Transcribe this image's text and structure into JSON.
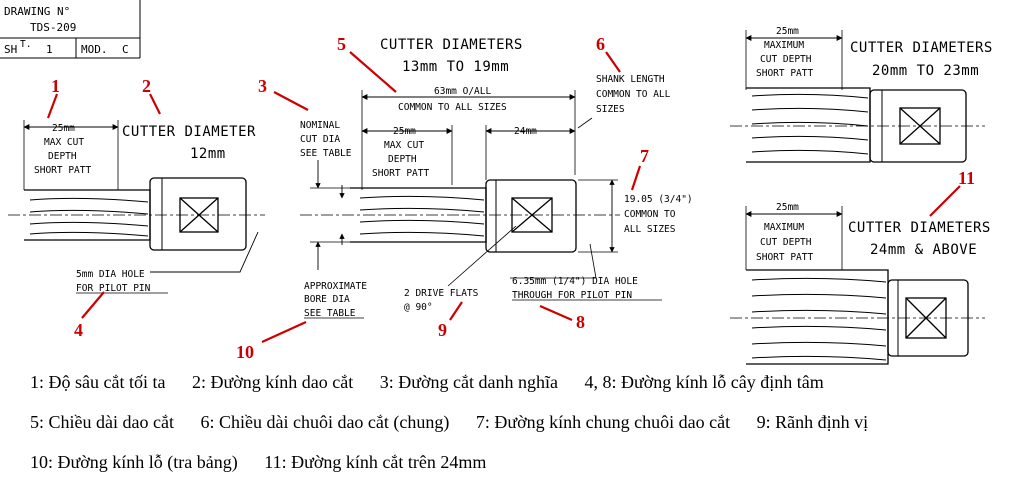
{
  "title_block": {
    "drawing_label": "DRAWING N°",
    "drawing_number": "TDS-209",
    "sheet_label": "SH",
    "sheet_sup": "T.",
    "sheet_value": "1",
    "mod_label": "MOD.",
    "mod_value": "C"
  },
  "cutter12": {
    "title": "CUTTER DIAMETER",
    "size": "12mm",
    "depth_dim": "25mm",
    "depth_note": [
      "MAX CUT",
      "DEPTH",
      "SHORT PATT"
    ],
    "pilot_note": [
      "5mm DIA HOLE",
      "FOR PILOT PIN"
    ]
  },
  "cutter13": {
    "title": "CUTTER DIAMETERS",
    "size": "13mm TO 19mm",
    "overall_dim": "63mm O/ALL",
    "overall_note": "COMMON TO ALL SIZES",
    "depth_dim": "25mm",
    "depth_note": [
      "MAX CUT",
      "DEPTH",
      "SHORT PATT"
    ],
    "shank_dim": "24mm",
    "shank_note": [
      "SHANK LENGTH",
      "COMMON TO ALL",
      "SIZES"
    ],
    "nominal_note": [
      "NOMINAL",
      "CUT DIA",
      "SEE TABLE"
    ],
    "shank_dia_note": [
      "19.05 (3/4\")",
      "COMMON TO",
      "ALL SIZES"
    ],
    "bore_note": [
      "APPROXIMATE",
      "BORE DIA",
      "SEE TABLE"
    ],
    "flats_note": [
      "2 DRIVE FLATS",
      "@ 90°"
    ],
    "pilot_note": [
      "6.35mm (1/4\") DIA HOLE",
      "THROUGH FOR PILOT PIN"
    ]
  },
  "cutter20": {
    "title": "CUTTER DIAMETERS",
    "size": "20mm TO 23mm",
    "depth_dim": "25mm",
    "depth_note": [
      "MAXIMUM",
      "CUT DEPTH",
      "SHORT PATT"
    ]
  },
  "cutter24": {
    "title": "CUTTER DIAMETERS",
    "size": "24mm & ABOVE",
    "depth_dim": "25mm",
    "depth_note": [
      "MAXIMUM",
      "CUT DEPTH",
      "SHORT PATT"
    ]
  },
  "callouts": [
    "1",
    "2",
    "3",
    "4",
    "5",
    "6",
    "7",
    "8",
    "9",
    "10",
    "11"
  ],
  "legend": {
    "row1": [
      "1: Độ sâu cắt tối ta",
      "2: Đường kính dao cắt",
      "3: Đường cắt danh nghĩa",
      "4, 8: Đường kính lỗ cây định tâm"
    ],
    "row2": [
      "5: Chiều dài dao cắt",
      "6: Chiều dài chuôi dao cắt (chung)",
      "7: Đường kính chung chuôi dao cắt",
      "9: Rãnh định vị"
    ],
    "row3": [
      "10: Đường kính lỗ (tra bảng)",
      "11: Đường kính cắt trên 24mm"
    ]
  }
}
